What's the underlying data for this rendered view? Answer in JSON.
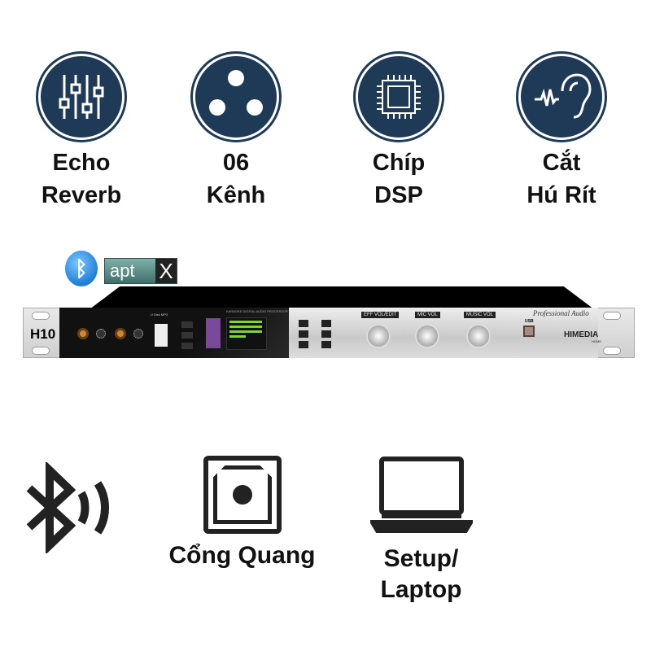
{
  "features": [
    {
      "icon": "equalizer-sliders-icon",
      "line1": "Echo",
      "line2": "Reverb"
    },
    {
      "icon": "xlr-connector-icon",
      "line1": "06",
      "line2": "Kênh"
    },
    {
      "icon": "dsp-chip-icon",
      "line1": "Chíp",
      "line2": "DSP"
    },
    {
      "icon": "ear-soundwave-icon",
      "line1": "Cắt",
      "line2": "Hú Rít"
    }
  ],
  "badge": {
    "text": "apt",
    "x": "X"
  },
  "device": {
    "model": "H10",
    "processor_label": "KARAOKE DIGITAL AUDIO PROCESSOR",
    "usb_port_label": "U Disk MP3",
    "knob_labels": [
      "EFF VOL/EDIT",
      "MIC VOL",
      "MUSIC VOL"
    ],
    "usb_label": "USB",
    "slogan": "Professional Audio",
    "brand": "HIMEDIA",
    "brand_sub": "HOME"
  },
  "bottom": [
    {
      "icon": "bluetooth-icon"
    },
    {
      "icon": "optical-port-icon",
      "label": "Cổng Quang"
    },
    {
      "icon": "laptop-icon",
      "line1": "Setup/",
      "line2": "Laptop"
    }
  ],
  "colors": {
    "navy": "#1e3a56",
    "bluetooth_blue": "#1e7fd6"
  }
}
